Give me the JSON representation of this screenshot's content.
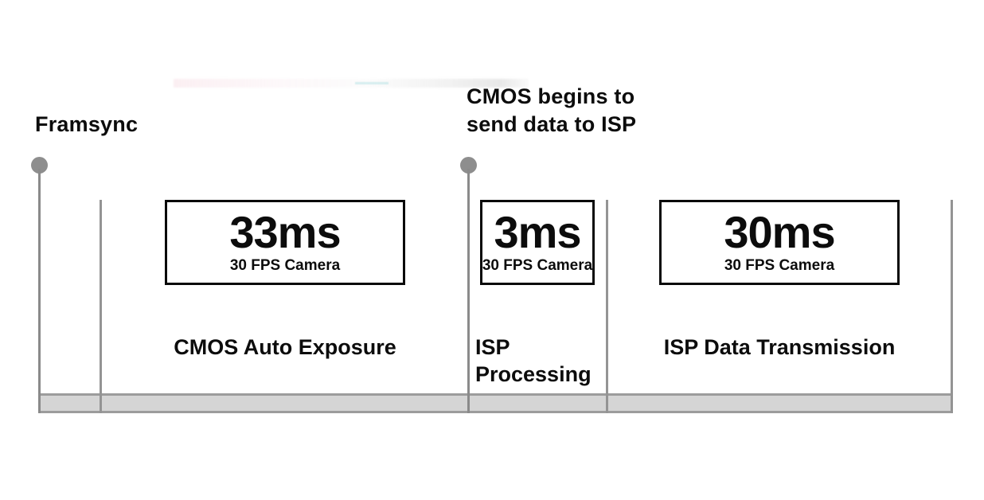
{
  "events": {
    "framsync": {
      "label": "Framsync"
    },
    "cmos_send": {
      "label": "CMOS begins to send data to ISP"
    }
  },
  "stages": [
    {
      "duration": "33ms",
      "camera": "30 FPS Camera",
      "label": "CMOS Auto Exposure"
    },
    {
      "duration": "3ms",
      "camera": "30 FPS Camera",
      "label": "ISP Processing"
    },
    {
      "duration": "30ms",
      "camera": "30 FPS Camera",
      "label": "ISP Data Transmission"
    }
  ],
  "colors": {
    "pin": "#8e8e8e",
    "tick_line": "#949494",
    "box_border": "#0a0a0a",
    "bar_fill": "#d5d5d5",
    "bar_border": "#9c9c9c",
    "text": "#0c0c0c"
  }
}
